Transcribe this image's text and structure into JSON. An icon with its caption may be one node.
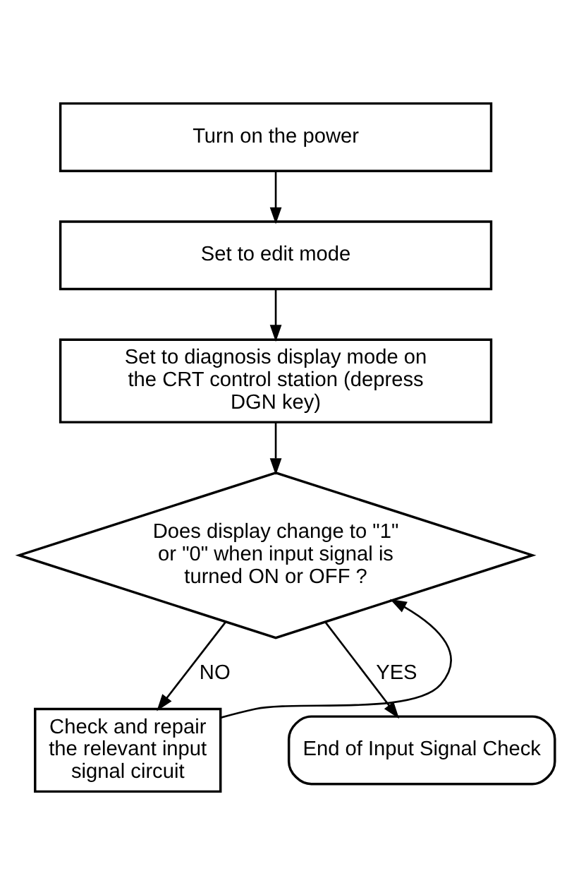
{
  "diagram": {
    "nodes": [
      {
        "text": [
          "Turn on the power"
        ]
      },
      {
        "text": [
          "Set to edit mode"
        ]
      },
      {
        "text": [
          "Set to diagnosis display mode on the CRT control station (depress DGN key)"
        ]
      },
      {
        "text": [
          "Does display change to \"1\" or \"0\" when input signal is turned ON or OFF ?"
        ]
      },
      {
        "text": [
          "Check and repair the relevant input signal circuit"
        ]
      },
      {
        "text": [
          "End of Input Signal Check"
        ]
      }
    ],
    "edges": [
      {
        "from": 0,
        "to": 1,
        "arrow": "to"
      },
      {
        "from": 1,
        "to": 2,
        "arrow": "to"
      },
      {
        "from": 2,
        "to": 3,
        "arrow": "to"
      },
      {
        "from": 3,
        "to": 4,
        "arrow": "to",
        "label": "NO"
      },
      {
        "from": 3,
        "to": 5,
        "arrow": "to",
        "label": "YES"
      },
      {
        "from": 4,
        "to": 3,
        "arrow": "to"
      }
    ]
  }
}
